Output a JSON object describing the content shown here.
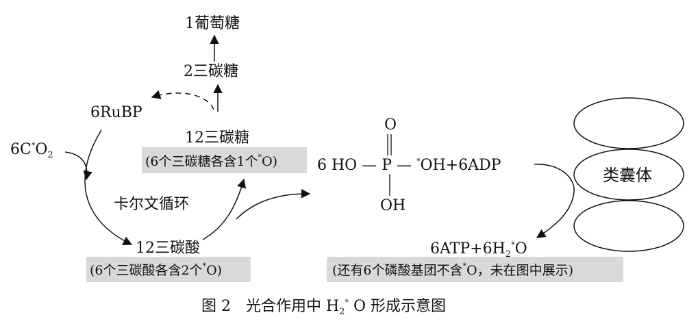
{
  "labels": {
    "glucose": "1葡萄糖",
    "triose2": "2三碳糖",
    "rubp": "6RuBP",
    "co2_pre": "6C",
    "co2_star": "*",
    "co2_o": "O",
    "co2_sub": "2",
    "triose12": "12三碳糖",
    "triose12_note_pre": "(6个三碳糖各含1个",
    "triose12_note_star": "*",
    "triose12_note_post": "O)",
    "calvin": "卡尔文循环",
    "acid12": "12三碳酸",
    "acid12_note_pre": "(6个三碳酸各含2个",
    "acid12_note_star": "*",
    "acid12_note_post": "O)",
    "phos_prefix": "6 HO — P — ",
    "phos_star": "*",
    "phos_suffix": "OH+6ADP",
    "phos_o": "O",
    "phos_eq": "‖",
    "phos_oh": "OH",
    "thylakoid": "类囊体",
    "atp_pre": "6ATP+6H",
    "atp_sub": "2",
    "atp_star": "*",
    "atp_o": "O",
    "atp_note_pre": "(还有6个磷酸基团不含",
    "atp_note_star": "*",
    "atp_note_post": "O，未在图中展示)",
    "caption_pre": "图 2　光合作用中 H",
    "caption_sub": "2",
    "caption_star": "*",
    "caption_post": " O 形成示意图"
  }
}
